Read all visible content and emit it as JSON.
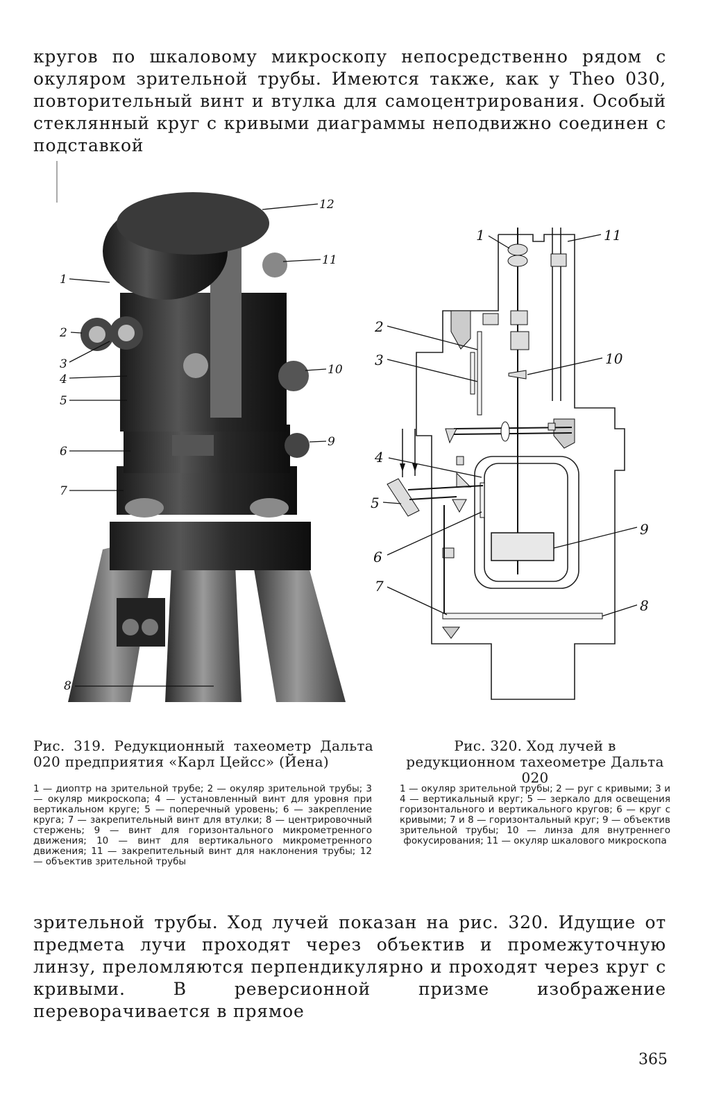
{
  "page": {
    "paragraph_top": "кругов по шкаловому микроскопу непосредственно рядом с окуляром зрительной трубы. Имеются также, как у Theo 030, повторительный винт и втулка для самоцентрирования. Особый стеклянный круг с кривыми диаграммы неподвижно соединен с подставкой",
    "paragraph_bottom": "зрительной трубы. Ход лучей показан на рис. 320. Идущие от предмета лучи проходят через объектив и промежуточную линзу, преломляются перпендикулярно и проходят через круг с кривыми. В реверсионной призме изображение переворачивается в прямое",
    "page_number": "365"
  },
  "figure_319": {
    "caption": "Рис. 319. Редукционный тахеометр Дальта 020 предприятия «Карл Цейсс» (Йена)",
    "legend": "1 — диоптр на зрительной трубе; 2 — окуляр зрительной трубы; 3 — окуляр микроскопа; 4 — установленный винт для уровня при вертикальном круге; 5 — поперечный уровень; 6 — закрепление круга; 7 — закрепительный винт для втулки; 8 — центрировочный стержень; 9 — винт для горизонтального микрометренного движения; 10 — винт для вертикального микрометренного движения; 11 — закрепительный винт для наклонения трубы; 12 — объектив зрительной трубы",
    "labels": {
      "l1": "1",
      "l2": "2",
      "l3": "3",
      "l4": "4",
      "l5": "5",
      "l6": "6",
      "l7": "7",
      "l8": "8",
      "l9": "9",
      "l10": "10",
      "l11": "11",
      "l12": "12"
    }
  },
  "figure_320": {
    "caption": "Рис. 320. Ход лучей в редукционном тахеометре Дальта 020",
    "legend": "1 — окуляр зрительной трубы; 2 — руг с кривыми; 3 и 4 — вертикальный круг; 5 — зеркало для освещения горизонтального и вертикального кругов; 6 — круг с кривыми; 7 и 8 — горизонтальный круг; 9 — объектив зрительной трубы; 10 — линза для внутреннего фокусирования; 11 — окуляр шкалового микроскопа",
    "labels": {
      "l1": "1",
      "l2": "2",
      "l3": "3",
      "l4": "4",
      "l5": "5",
      "l6": "6",
      "l7": "7",
      "l8": "8",
      "l9": "9",
      "l10": "10",
      "l11": "11"
    }
  }
}
